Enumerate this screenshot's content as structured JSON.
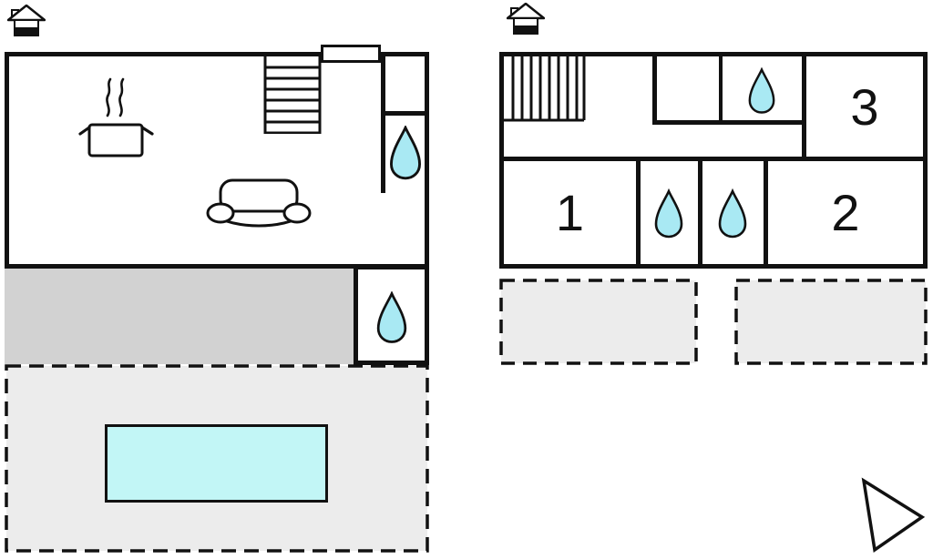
{
  "diagram_type": "floor-plan",
  "ground_floor": {
    "house_icon": "house-icon",
    "staircase_icon": "staircase-icon",
    "cooking_pot_icon": "cooking-pot-icon",
    "sofa_icon": "sofa-icon",
    "door_marker": "door-marker",
    "water_drop_icons": 2,
    "pool_present": true,
    "terrace_present": true
  },
  "upper_floor": {
    "house_icon": "house-icon",
    "staircase_icon": "staircase-icon",
    "water_drop_icons": 3,
    "rooms": [
      {
        "number": "1"
      },
      {
        "number": "2"
      },
      {
        "number": "3"
      }
    ],
    "balconies": 2
  },
  "compass_icon": "direction-arrow-icon",
  "colors": {
    "wall": "#111111",
    "water_drop": "#a9e9f3",
    "pool": "#c2f6f6",
    "terrace_dark": "#d2d2d2",
    "terrace_light": "#ececec"
  }
}
